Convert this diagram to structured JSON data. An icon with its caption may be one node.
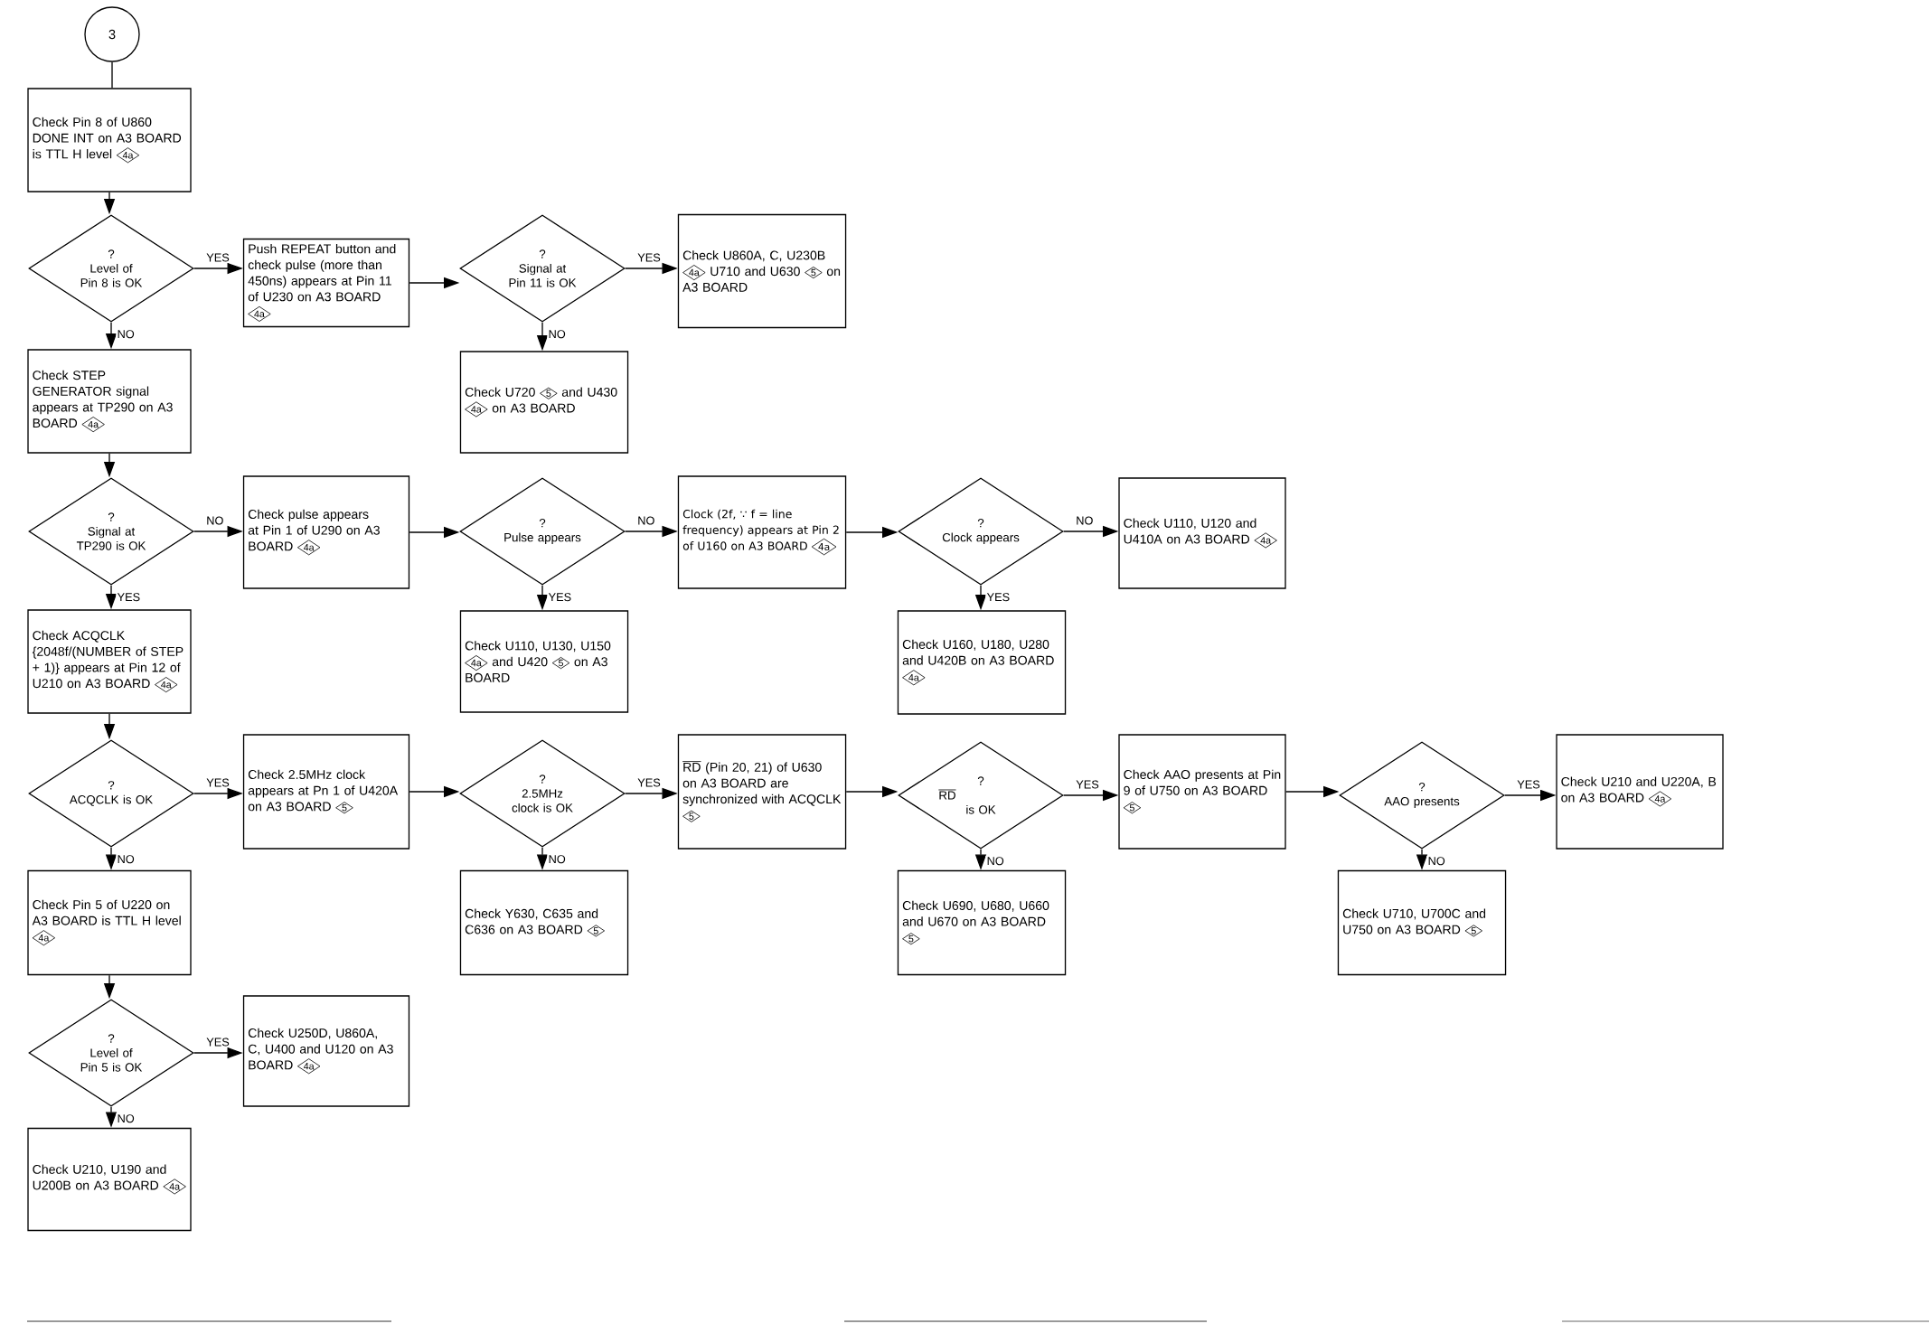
{
  "diagram": {
    "nodes": [
      {
        "text": [
          "3"
        ]
      },
      {
        "text": [
          "Check Pin 8 of U860 DONE INT on A3 BOARD is TTL H level",
          "4a"
        ]
      },
      {
        "text": [
          "?",
          "Level of Pin 8 is OK"
        ]
      },
      {
        "text": [
          "Push REPEAT button and check pulse (more than 450ns) appears at Pin 11 of U230 on A3 BOARD",
          "4a"
        ]
      },
      {
        "text": [
          "?",
          "Signal at Pin 11 is OK"
        ]
      },
      {
        "text": [
          "Check U860A, C, U230B",
          "4a",
          "U710 and U630",
          "5",
          "on A3 BOARD"
        ]
      },
      {
        "text": [
          "Check STEP GENERATOR signal appears at TP290 on A3 BOARD",
          "4a"
        ]
      },
      {
        "text": [
          "Check U720",
          "5",
          "and U430",
          "4a",
          "on A3 BOARD"
        ]
      },
      {
        "text": [
          "?",
          "Signal at TP290 is OK"
        ]
      },
      {
        "text": [
          "Check pulse appears at Pin 1 of U290 on A3 BOARD",
          "4a"
        ]
      },
      {
        "text": [
          "?",
          "Pulse appears"
        ]
      },
      {
        "text": [
          "Clock (2f, ∵ f = line frequency) appears at Pin 2 of U160 on A3 BOARD",
          "4a"
        ]
      },
      {
        "text": [
          "?",
          "Clock appears"
        ]
      },
      {
        "text": [
          "Check U110, U120 and U410A on A3 BOARD",
          "4a"
        ]
      },
      {
        "text": [
          "Check ACQCLK {2048f/(NUMBER of STEP + 1)} appears at Pin 12 of U210 on A3 BOARD",
          "4a"
        ]
      },
      {
        "text": [
          "Check U110, U130, U150",
          "4a",
          "and U420",
          "5",
          "on A3 BOARD"
        ]
      },
      {
        "text": [
          "Check U160, U180, U280 and U420B on A3 BOARD",
          "4a"
        ]
      },
      {
        "text": [
          "?",
          "ACQCLK is OK"
        ]
      },
      {
        "text": [
          "Check 2.5MHz clock appears at Pn 1 of U420A on A3 BOARD",
          "5"
        ]
      },
      {
        "text": [
          "?",
          "2.5MHz clock is OK"
        ]
      },
      {
        "text": [
          "RD",
          "(Pin 20, 21) of U630 on A3 BOARD are synchronized with ACQCLK",
          "5"
        ]
      },
      {
        "text": [
          "?",
          "RD",
          "is OK"
        ]
      },
      {
        "text": [
          "Check AAO presents at Pin 9 of U750 on A3 BOARD",
          "5"
        ]
      },
      {
        "text": [
          "?",
          "AAO presents"
        ]
      },
      {
        "text": [
          "Check U210 and U220A, B on A3 BOARD",
          "4a"
        ]
      },
      {
        "text": [
          "Check Pin 5 of U220 on A3 BOARD is TTL H level",
          "4a"
        ]
      },
      {
        "text": [
          "Check Y630, C635 and C636 on A3 BOARD",
          "5"
        ]
      },
      {
        "text": [
          "Check U690, U680, U660 and U670 on A3 BOARD",
          "5"
        ]
      },
      {
        "text": [
          "Check U710, U700C and U750 on A3 BOARD",
          "5"
        ]
      },
      {
        "text": [
          "?",
          "Level of Pin 5 is OK"
        ]
      },
      {
        "text": [
          "Check U250D, U860A, C, U400 and U120 on A3 BOARD",
          "4a"
        ]
      },
      {
        "text": [
          "Check U210, U190 and U200B on A3 BOARD",
          "4a"
        ]
      }
    ],
    "edges": [
      {
        "from": 0,
        "to": 1,
        "arrow": "none"
      },
      {
        "from": 1,
        "to": 2,
        "arrow": "to"
      },
      {
        "from": 2,
        "to": 3,
        "arrow": "to",
        "label": "YES"
      },
      {
        "from": 3,
        "to": 4,
        "arrow": "to"
      },
      {
        "from": 4,
        "to": 5,
        "arrow": "to",
        "label": "YES"
      },
      {
        "from": 4,
        "to": 7,
        "arrow": "to",
        "label": "NO"
      },
      {
        "from": 2,
        "to": 6,
        "arrow": "to",
        "label": "NO"
      },
      {
        "from": 6,
        "to": 8,
        "arrow": "to"
      },
      {
        "from": 8,
        "to": 9,
        "arrow": "to",
        "label": "NO"
      },
      {
        "from": 9,
        "to": 10,
        "arrow": "to"
      },
      {
        "from": 10,
        "to": 11,
        "arrow": "to",
        "label": "NO"
      },
      {
        "from": 10,
        "to": 15,
        "arrow": "to",
        "label": "YES"
      },
      {
        "from": 11,
        "to": 12,
        "arrow": "to"
      },
      {
        "from": 12,
        "to": 13,
        "arrow": "to",
        "label": "NO"
      },
      {
        "from": 12,
        "to": 16,
        "arrow": "to",
        "label": "YES"
      },
      {
        "from": 8,
        "to": 14,
        "arrow": "to",
        "label": "YES"
      },
      {
        "from": 14,
        "to": 17,
        "arrow": "to"
      },
      {
        "from": 17,
        "to": 18,
        "arrow": "to",
        "label": "YES"
      },
      {
        "from": 18,
        "to": 19,
        "arrow": "to"
      },
      {
        "from": 19,
        "to": 20,
        "arrow": "to",
        "label": "YES"
      },
      {
        "from": 19,
        "to": 26,
        "arrow": "to",
        "label": "NO"
      },
      {
        "from": 20,
        "to": 21,
        "arrow": "to"
      },
      {
        "from": 21,
        "to": 22,
        "arrow": "to",
        "label": "YES"
      },
      {
        "from": 21,
        "to": 27,
        "arrow": "to",
        "label": "NO"
      },
      {
        "from": 22,
        "to": 23,
        "arrow": "to"
      },
      {
        "from": 23,
        "to": 24,
        "arrow": "to",
        "label": "YES"
      },
      {
        "from": 23,
        "to": 28,
        "arrow": "to",
        "label": "NO"
      },
      {
        "from": 17,
        "to": 25,
        "arrow": "to",
        "label": "NO"
      },
      {
        "from": 25,
        "to": 29,
        "arrow": "to"
      },
      {
        "from": 29,
        "to": 30,
        "arrow": "to",
        "label": "YES"
      },
      {
        "from": 29,
        "to": 31,
        "arrow": "to",
        "label": "NO"
      }
    ]
  }
}
